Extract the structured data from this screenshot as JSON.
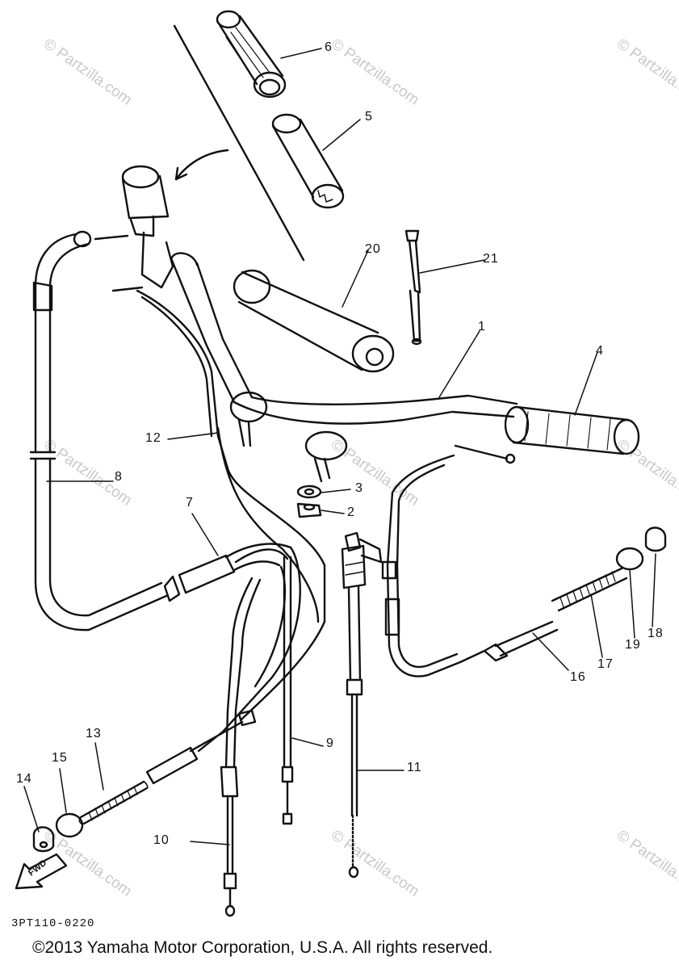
{
  "callouts": {
    "c1": "1",
    "c2": "2",
    "c3": "3",
    "c4": "4",
    "c5": "5",
    "c6": "6",
    "c7": "7",
    "c8": "8",
    "c9": "9",
    "c10": "10",
    "c11": "11",
    "c12": "12",
    "c13": "13",
    "c14": "14",
    "c15": "15",
    "c16": "16",
    "c17": "17",
    "c18": "18",
    "c19": "19",
    "c20": "20",
    "c21": "21"
  },
  "fwd_label": "FWD",
  "doc_code": "3PT110-0220",
  "copyright": "©2013  Yamaha Motor Corporation, U.S.A. All rights reserved.",
  "watermark": "© Partzilla.com",
  "colors": {
    "ink": "#111111",
    "watermark": "#c9c9c9",
    "background": "#ffffff"
  }
}
